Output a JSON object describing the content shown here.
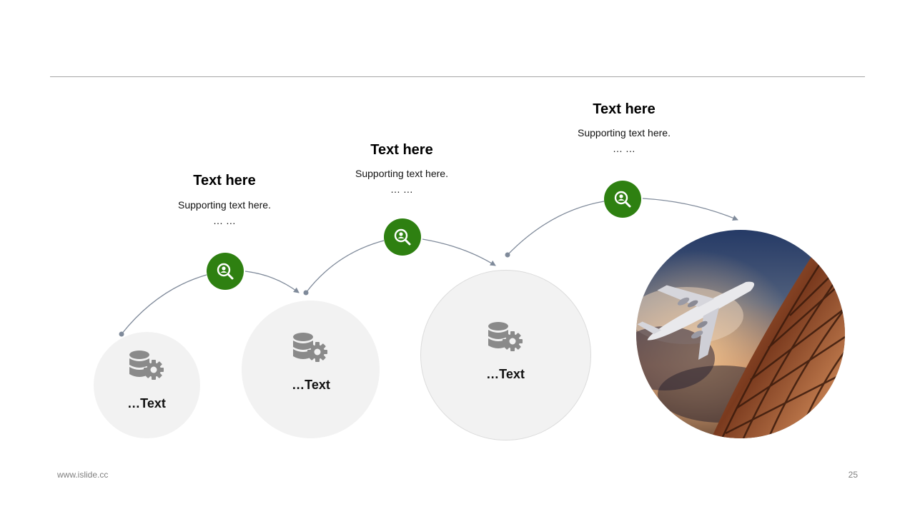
{
  "steps": [
    {
      "heading": "Text here",
      "support_line1": "Supporting  text here.",
      "support_line2": "… …",
      "label": "…Text",
      "icon": "database-gear-icon",
      "badge_icon": "user-search-icon"
    },
    {
      "heading": "Text here",
      "support_line1": "Supporting  text here.",
      "support_line2": "… …",
      "label": "…Text",
      "icon": "database-gear-icon",
      "badge_icon": "user-search-icon"
    },
    {
      "heading": "Text here",
      "support_line1": "Supporting  text here.",
      "support_line2": "… …",
      "label": "…Text",
      "icon": "database-gear-icon",
      "badge_icon": "user-search-icon"
    },
    {
      "heading": "Text here",
      "support_line1": "Supporting  text here.",
      "support_line2": "… …",
      "image": "airplane-glass-building-photo",
      "badge_icon": "user-search-icon"
    }
  ],
  "footer": {
    "url": "www.islide.cc",
    "page_number": "25"
  },
  "colors": {
    "accent_green": "#2e8011",
    "connector": "#7f8a9a",
    "circle_fill": "#f2f2f2",
    "icon_gray": "#8a8a8a"
  }
}
